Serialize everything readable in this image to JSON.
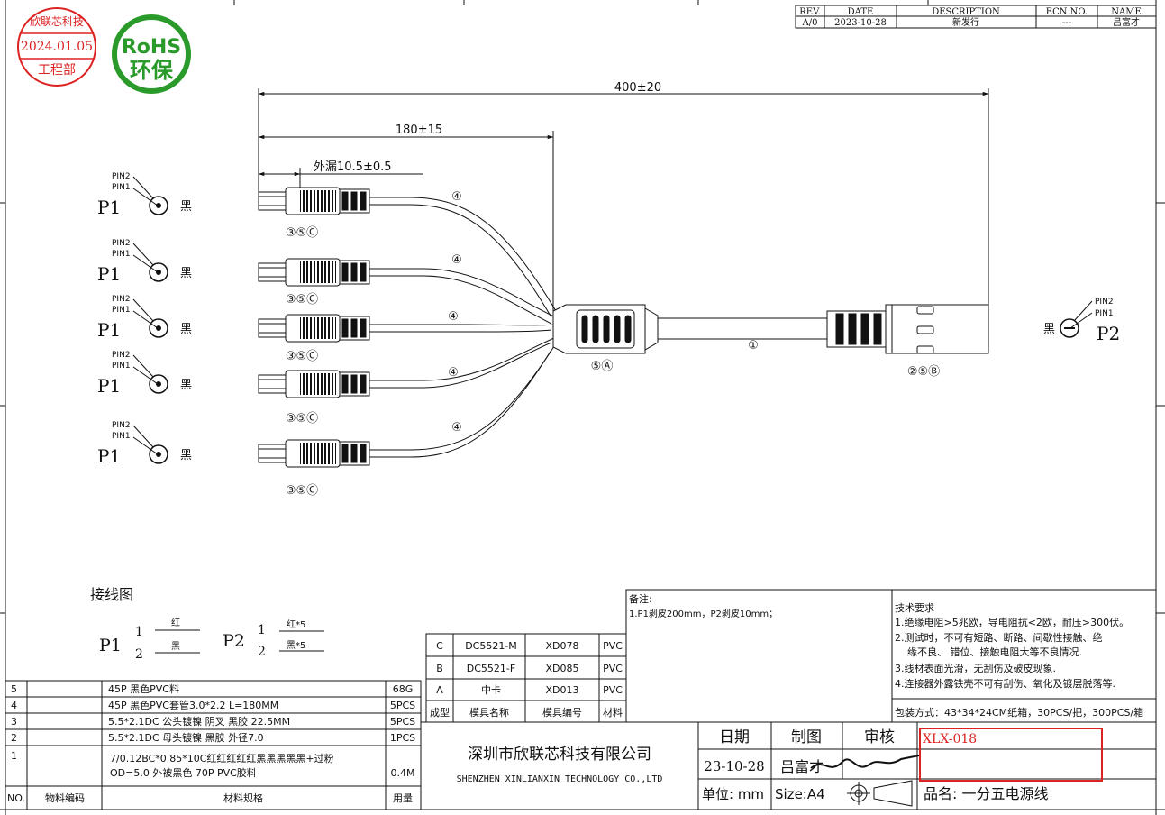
{
  "stamp": {
    "company": "欣联芯科技",
    "date": "2024.01.05",
    "dept": "工程部"
  },
  "rohs": {
    "line1": "RoHS",
    "line2": "环保"
  },
  "revision": {
    "headers": [
      "REV.",
      "DATE",
      "DESCRIPTION",
      "ECN NO.",
      "NAME"
    ],
    "row": [
      "A/0",
      "2023-10-28",
      "新发行",
      "---",
      "吕富才"
    ]
  },
  "dims": {
    "overall": "400±20",
    "branch": "180±15",
    "exposed": "外漏10.5±0.5"
  },
  "pins": {
    "pin1": "PIN1",
    "pin2": "PIN2"
  },
  "p1_label": "P1",
  "p2_label": "P2",
  "color_black": "黑",
  "callouts": {
    "branch_connector": "③⑤Ⓒ",
    "branch_wire": "④",
    "splitter": "⑤Ⓐ",
    "main_wire": "①",
    "female_connector": "②⑤Ⓑ"
  },
  "wiring": {
    "title": "接线图",
    "p1": "P1",
    "p2": "P2",
    "pin_nums": [
      "1",
      "2"
    ],
    "p1_colors": [
      "红",
      "黑"
    ],
    "p2_colors": [
      "红*5",
      "黑*5"
    ]
  },
  "remarks": {
    "title": "备注:",
    "text": "1.P1剥皮200mm，P2剥皮10mm；"
  },
  "tech": {
    "title": "技术要求",
    "lines": [
      "1.绝缘电阻>5兆欧，导电阻抗<2欧，耐压>300伏。",
      "2.测试时，不可有短路、断路、间歇性接触、绝",
      "缘不良、 错位、接触电阻大等不良情况.",
      "3.线材表面光滑，无刮伤及破皮现象.",
      "4.连接器外露铁壳不可有刮伤、氧化及镀层脱落等."
    ],
    "packing": "包装方式：43*34*24CM纸箱，30PCS/把，300PCS/箱"
  },
  "molds": {
    "rows": [
      [
        "C",
        "DC5521-M",
        "XD078",
        "PVC"
      ],
      [
        "B",
        "DC5521-F",
        "XD085",
        "PVC"
      ],
      [
        "A",
        "中卡",
        "XD013",
        "PVC"
      ]
    ],
    "header": [
      "成型",
      "模具名称",
      "模具编号",
      "材料"
    ]
  },
  "bom": {
    "rows": [
      {
        "no": "5",
        "code": "",
        "spec": "45P 黑色PVC料",
        "qty": "68G"
      },
      {
        "no": "4",
        "code": "",
        "spec": "45P 黑色PVC套管3.0*2.2 L=180MM",
        "qty": "5PCS"
      },
      {
        "no": "3",
        "code": "",
        "spec": "5.5*2.1DC 公头镀镍 阴叉    黑胶  22.5MM",
        "qty": "5PCS"
      },
      {
        "no": "2",
        "code": "",
        "spec": "5.5*2.1DC 母头镀镍    黑胶 外径7.0",
        "qty": "1PCS"
      },
      {
        "no": "1",
        "code": "",
        "spec": "7/0.12BC*0.85*10C红红红红红黑黑黑黑黑+过粉",
        "spec2": "OD=5.0  外被黑色  70P  PVC胶料",
        "qty": "0.4M"
      }
    ],
    "header": {
      "no": "NO.",
      "code": "物料编码",
      "spec": "材料规格",
      "qty": "用量"
    }
  },
  "company": {
    "cn": "深圳市欣联芯科技有限公司",
    "en": "SHENZHEN XINLIANXIN TECHNOLOGY CO.,LTD"
  },
  "titleblock": {
    "date_label": "日期",
    "draw_label": "制图",
    "check_label": "审核",
    "date": "23-10-28",
    "drawer": "吕富才",
    "unit": "单位:  mm",
    "size": "Size:A4",
    "part_no": "XLX-018",
    "product": "品名: 一分五电源线"
  }
}
